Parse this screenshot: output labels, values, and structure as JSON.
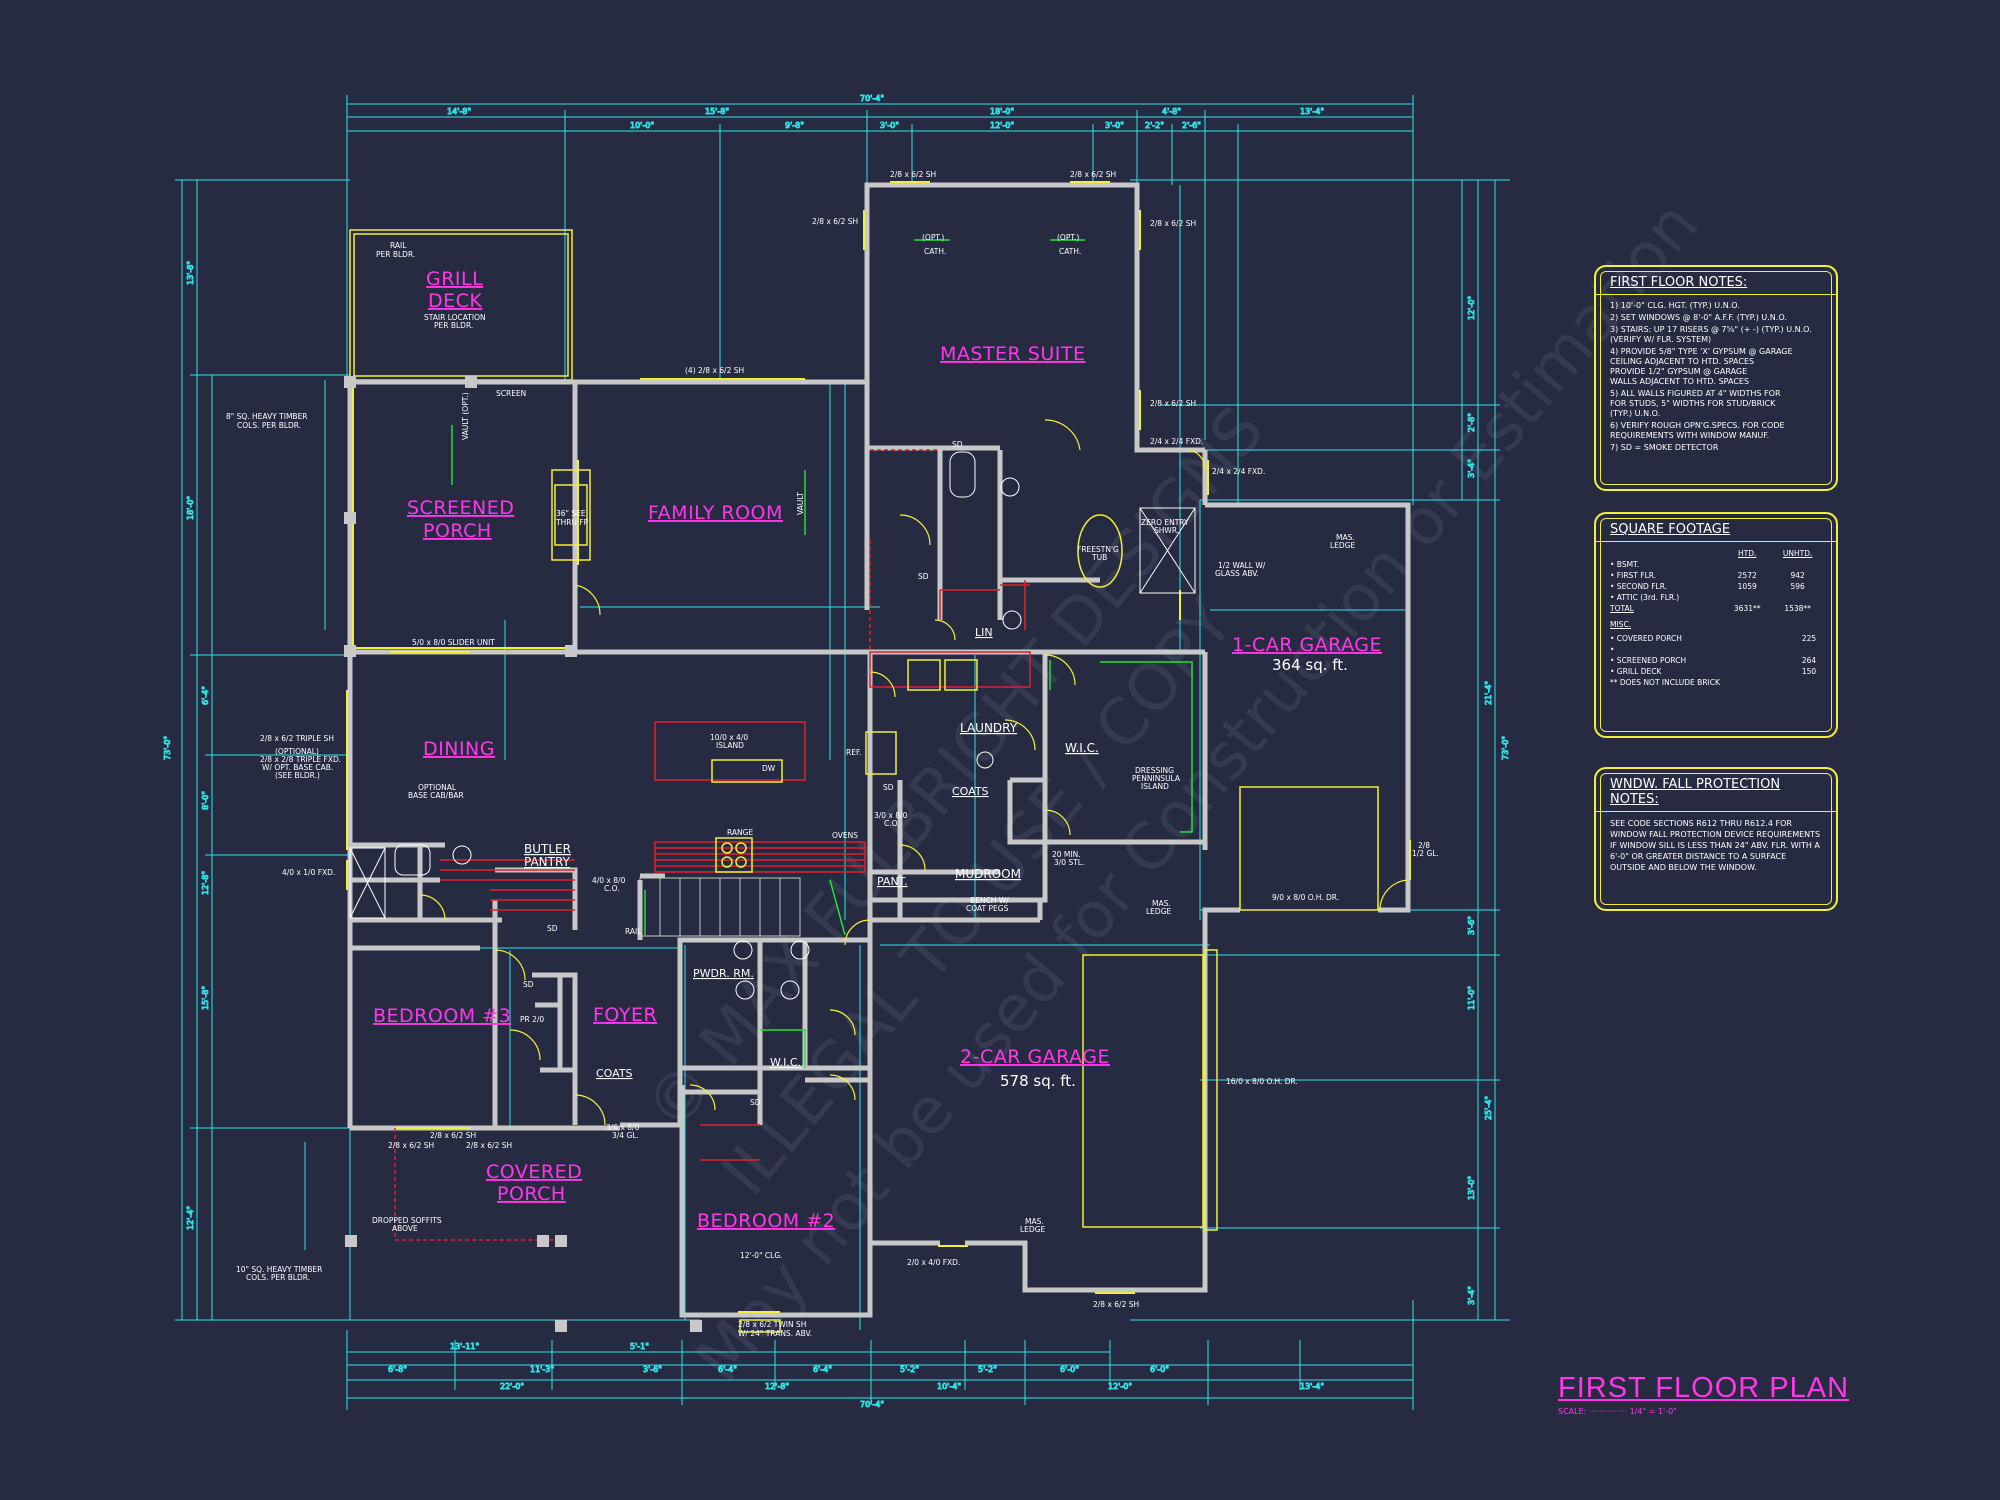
{
  "dimensions": {
    "top_overall": "70'-4\"",
    "top_row1": [
      "14'-8\"",
      "15'-8\"",
      "18'-0\"",
      "4'-8\"",
      "13'-4\""
    ],
    "top_row2": [
      "10'-0\"",
      "9'-8\"",
      "3'-0\"",
      "12'-0\"",
      "3'-0\"",
      "2'-2\"",
      "2'-6\""
    ],
    "bottom_overall": "70'-4\"",
    "bottom_row1": [
      "22'-0\"",
      "12'-8\"",
      "10'-4\"",
      "12'-0\"",
      "13'-4\""
    ],
    "bottom_row2": [
      "6'-8\"",
      "11'-3\"",
      "3'-6\"",
      "6'-4\"",
      "6'-4\"",
      "5'-2\"",
      "5'-2\"",
      "6'-0\"",
      "6'-0\""
    ],
    "bottom_row3": [
      "13'-11\"",
      "5'-1\""
    ],
    "left_overall": "73'-0\"",
    "left_parts": [
      "13'-8\"",
      "18'-0\"",
      "6'-4\"",
      "8'-0\"",
      "12'-8\"",
      "15'-8\"",
      "12'-4\""
    ],
    "right_overall": "73'-0\"",
    "right_parts": [
      "12'-0\"",
      "2'-8\"",
      "3'-4\"",
      "21'-4\"",
      "3'-6\"",
      "11'-0\"",
      "25'-4\"",
      "13'-0\"",
      "3'-4\""
    ]
  },
  "rooms": {
    "grill_deck": [
      "GRILL",
      "DECK"
    ],
    "screened_porch": [
      "SCREENED",
      "PORCH"
    ],
    "family_room": "FAMILY ROOM",
    "master_suite": "MASTER SUITE",
    "dining": "DINING",
    "laundry": "LAUNDRY",
    "wic_master": "W.I.C.",
    "garage_1": "1-CAR GARAGE",
    "garage_1_area": "364 sq. ft.",
    "butler_pantry": [
      "BUTLER",
      "PANTRY"
    ],
    "bedroom_3": "BEDROOM #3",
    "foyer": "FOYER",
    "pwdr_rm": "PWDR. RM.",
    "wic_bed2": "W.I.C.",
    "coats_foyer": "COATS",
    "coats_laundry": "COATS",
    "pant": "PANT.",
    "mudroom": "MUDROOM",
    "garage_2": "2-CAR GARAGE",
    "garage_2_area": "578 sq. ft.",
    "covered_porch": [
      "COVERED",
      "PORCH"
    ],
    "bedroom_2": "BEDROOM #2",
    "lin": "LIN"
  },
  "annotations": {
    "rail_per_bldr": [
      "RAIL",
      "PER BLDR."
    ],
    "stair_location": [
      "STAIR LOCATION",
      "PER BLDR."
    ],
    "timber_cols": [
      "8\" SQ. HEAVY TIMBER",
      "COLS. PER BLDR."
    ],
    "screen": "SCREEN",
    "vault_porch": "VAULT (OPT.)",
    "see_thru_fp": [
      "36\" SEE",
      "THRU FP"
    ],
    "window_4_26_sh": "(4) 2/8 x 6/2 SH",
    "vault_family": "VAULT",
    "slider": "5/0 x 8/0 SLIDER UNIT",
    "triple_sh": "2/8 x 6/2 TRIPLE SH",
    "optional_triple": [
      "(OPTIONAL)",
      "2/8 x 2/8 TRIPLE FXD.",
      "W/ OPT. BASE CAB.",
      "(SEE BLDR.)"
    ],
    "optional_base": [
      "OPTIONAL",
      "BASE CAB/BAR"
    ],
    "fxd_410": "4/0 x 1/0 FXD.",
    "island": [
      "10/0 x 4/0",
      "ISLAND"
    ],
    "dw": "DW",
    "range": "RANGE",
    "ovens": "OVENS",
    "ref": "REF.",
    "opt_cath1": [
      "(OPT.)",
      "CATH."
    ],
    "opt_cath2": [
      "(OPT.)",
      "CATH."
    ],
    "master_sh_top1": "2/8 x 6/2 SH",
    "master_sh_top2": "2/8 x 6/2 SH",
    "master_sh_left": "2/8 x 6/2 SH",
    "master_sh_right1": "2/8 x 6/2 SH",
    "master_sh_right2": "2/8 x 6/2 SH",
    "fxd_24_1": "2/4 x 2/4 FXD.",
    "fxd_24_2": "2/4 x 2/4 FXD.",
    "freestanding_tub": [
      "FREESTN'G",
      "TUB"
    ],
    "zero_entry": [
      "ZERO ENTRY",
      "SHWR."
    ],
    "half_wall": [
      "1/2 WALL W/",
      "GLASS ABV."
    ],
    "mas_ledge1": [
      "MAS.",
      "LEDGE"
    ],
    "mas_ledge2": [
      "MAS.",
      "LEDGE"
    ],
    "mas_ledge3": [
      "MAS.",
      "LEDGE"
    ],
    "dressing": [
      "DRESSING",
      "PENNINSULA",
      "ISLAND"
    ],
    "min_stl": [
      "20 MIN.",
      "3/0 STL."
    ],
    "bench": [
      "BENCH W/",
      "COAT PEGS"
    ],
    "garage1_door": "9/0 x 8/0 O.H. DR.",
    "garage2_door": "16/0 x 8/0 O.H. DR.",
    "half_gl": [
      "2/8",
      "1/2 GL."
    ],
    "rail": "RAIL",
    "co_48": [
      "4/0 x 8/0",
      "C.O."
    ],
    "co_38": [
      "3/0 x 8/0",
      "C.O."
    ],
    "pr_20": "PR 2/0",
    "dropped_soffits": [
      "DROPPED SOFFITS",
      "ABOVE"
    ],
    "timber_cols_10": [
      "10\" SQ. HEAVY TIMBER",
      "COLS. PER BLDR."
    ],
    "bed3_sh1": "2/8 x 6/2 SH",
    "bed3_sh2": "2/8 x 6/2 SH",
    "bed3_sh3": "2/8 x 6/2 SH",
    "front_door": [
      "3/6 x 8/0",
      "3/4 GL."
    ],
    "ceiling_bed2": "12'-0\" CLG.",
    "twin_sh": [
      "2/8 x 6/2 TWIN SH",
      "W/ 24\" TRANS. ABV."
    ],
    "fxd_24_bot": "2/0 x 4/0 FXD.",
    "garage2_sh": "2/8 x 6/2 SH",
    "sd": "SD"
  },
  "notes_first_floor": {
    "title": "FIRST FLOOR NOTES:",
    "items": [
      "1) 10'-0\" CLG. HGT. (TYP.) U.N.O.",
      "2) SET WINDOWS @ 8'-0\" A.F.F. (TYP.) U.N.O.",
      "3) STAIRS: UP 17 RISERS @ 7⅝\" (+ -) (TYP.) U.N.O.\n(VERIFY W/ FLR. SYSTEM)",
      "4) PROVIDE 5/8\" TYPE 'X' GYPSUM @ GARAGE\nCEILING ADJACENT TO HTD. SPACES\nPROVIDE 1/2\" GYPSUM @ GARAGE\nWALLS ADJACENT TO HTD. SPACES",
      "5) ALL WALLS FIGURED AT 4\" WIDTHS FOR\nFOR STUDS, 5\" WIDTHS FOR STUD/BRICK\n(TYP.) U.N.O.",
      "6) VERIFY ROUGH OPN'G.SPECS. FOR CODE\nREQUIREMENTS WITH WINDOW MANUF.",
      "7) SD = SMOKE DETECTOR"
    ]
  },
  "square_footage": {
    "title": "SQUARE FOOTAGE",
    "headers": [
      "",
      "HTD.",
      "UNHTD."
    ],
    "rows": [
      [
        "• BSMT.",
        "",
        ""
      ],
      [
        "• FIRST FLR.",
        "2572",
        "942"
      ],
      [
        "• SECOND FLR.",
        "1059",
        "596"
      ],
      [
        "• ATTIC (3rd. FLR.)",
        "",
        ""
      ],
      [
        "TOTAL",
        "3631**",
        "1538**"
      ]
    ],
    "misc_label": "MISC.",
    "misc_rows": [
      [
        "• COVERED PORCH",
        "225"
      ],
      [
        "•",
        ""
      ],
      [
        "• SCREENED PORCH",
        "264"
      ],
      [
        "• GRILL DECK",
        "150"
      ],
      [
        "** DOES NOT INCLUDE BRICK",
        ""
      ]
    ]
  },
  "window_notes": {
    "title": "WNDW. FALL PROTECTION NOTES:",
    "text": "SEE CODE SECTIONS R612 THRU R612.4 FOR WINDOW FALL PROTECTION DEVICE REQUIREMENTS IF WINDOW SILL IS LESS THAN 24\" ABV. FLR. WITH A 6'-0\" OR GREATER DISTANCE TO A SURFACE OUTSIDE AND BELOW THE WINDOW."
  },
  "title_block": {
    "title": "FIRST FLOOR PLAN",
    "scale": "SCALE: ··············· 1/4\" = 1'-0\""
  },
  "watermark": [
    "© MAX FULBRIGHT DESIGNS",
    "ILLEGAL TO USE / COPY",
    "May not be used for Construction or Estimation"
  ],
  "colors": {
    "background": "#262b42",
    "walls": "#c8c8c8",
    "dimension": "#2fe3e8",
    "room_label": "#ff37e8",
    "fixture_yellow": "#f2ef3a",
    "accent_red": "#e0202a",
    "accent_green": "#25e03a"
  }
}
